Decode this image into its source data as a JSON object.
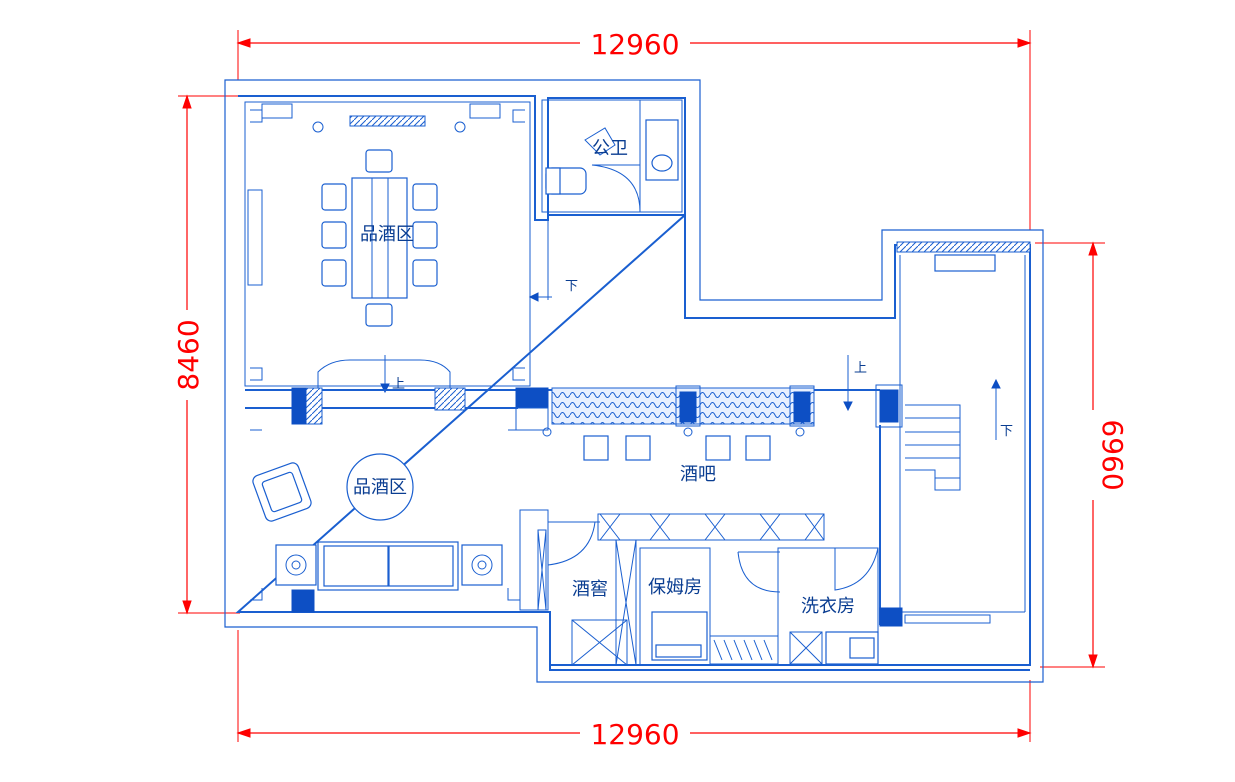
{
  "dimensions": {
    "top_width": "12960",
    "bottom_width": "12960",
    "left_height": "8460",
    "right_height": "6960"
  },
  "rooms": {
    "tasting_top": "品酒区",
    "tasting_bottom": "品酒区",
    "public_bath": "公卫",
    "bar": "酒吧",
    "wine_cellar": "酒窖",
    "nanny_room": "保姆房",
    "laundry": "洗衣房"
  },
  "stair_marks": {
    "down_top": "下",
    "up_left": "上",
    "up_right": "上",
    "down_right": "下"
  },
  "colors": {
    "dimension": "#ff0000",
    "wall": "#1a5fd0",
    "fill": "#0d4fc4"
  }
}
